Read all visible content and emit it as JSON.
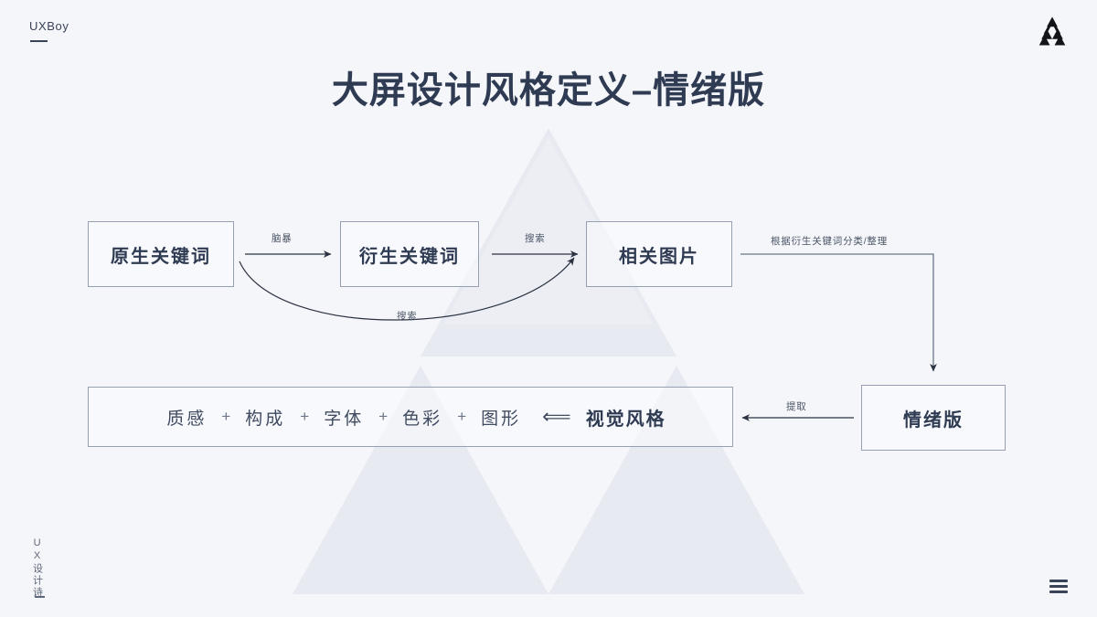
{
  "slide": {
    "background_color": "#f5f6fa",
    "watermark_color": "#e8eaf1",
    "accent_color": "#2e3b52",
    "border_color": "#97a0b2"
  },
  "header": {
    "brand": "UXBoy",
    "logo_icon": "triangle-logo-icon",
    "title": "大屏设计风格定义–情绪版"
  },
  "footer": {
    "vertical_tag": "UX设计诗",
    "menu_icon": "hamburger-menu-icon"
  },
  "diagram": {
    "nodes": [
      {
        "id": "native",
        "label": "原生关键词"
      },
      {
        "id": "derived",
        "label": "衍生关键词"
      },
      {
        "id": "images",
        "label": "相关图片"
      },
      {
        "id": "mood",
        "label": "情绪版"
      }
    ],
    "style_box": {
      "terms": [
        "质感",
        "构成",
        "字体",
        "色彩",
        "图形"
      ],
      "plus": "+",
      "arrow": "⟸",
      "result": "视觉风格"
    },
    "edges": [
      {
        "id": "brainstorm",
        "label": "脑暴",
        "from": "native",
        "to": "derived"
      },
      {
        "id": "search-top",
        "label": "搜索",
        "from": "derived",
        "to": "images"
      },
      {
        "id": "search-arc",
        "label": "搜索",
        "from": "native",
        "to": "images"
      },
      {
        "id": "classify",
        "label": "根据衍生关键词分类/整理",
        "from": "images",
        "to": "mood"
      },
      {
        "id": "extract",
        "label": "提取",
        "from": "mood",
        "to": "style"
      }
    ]
  }
}
